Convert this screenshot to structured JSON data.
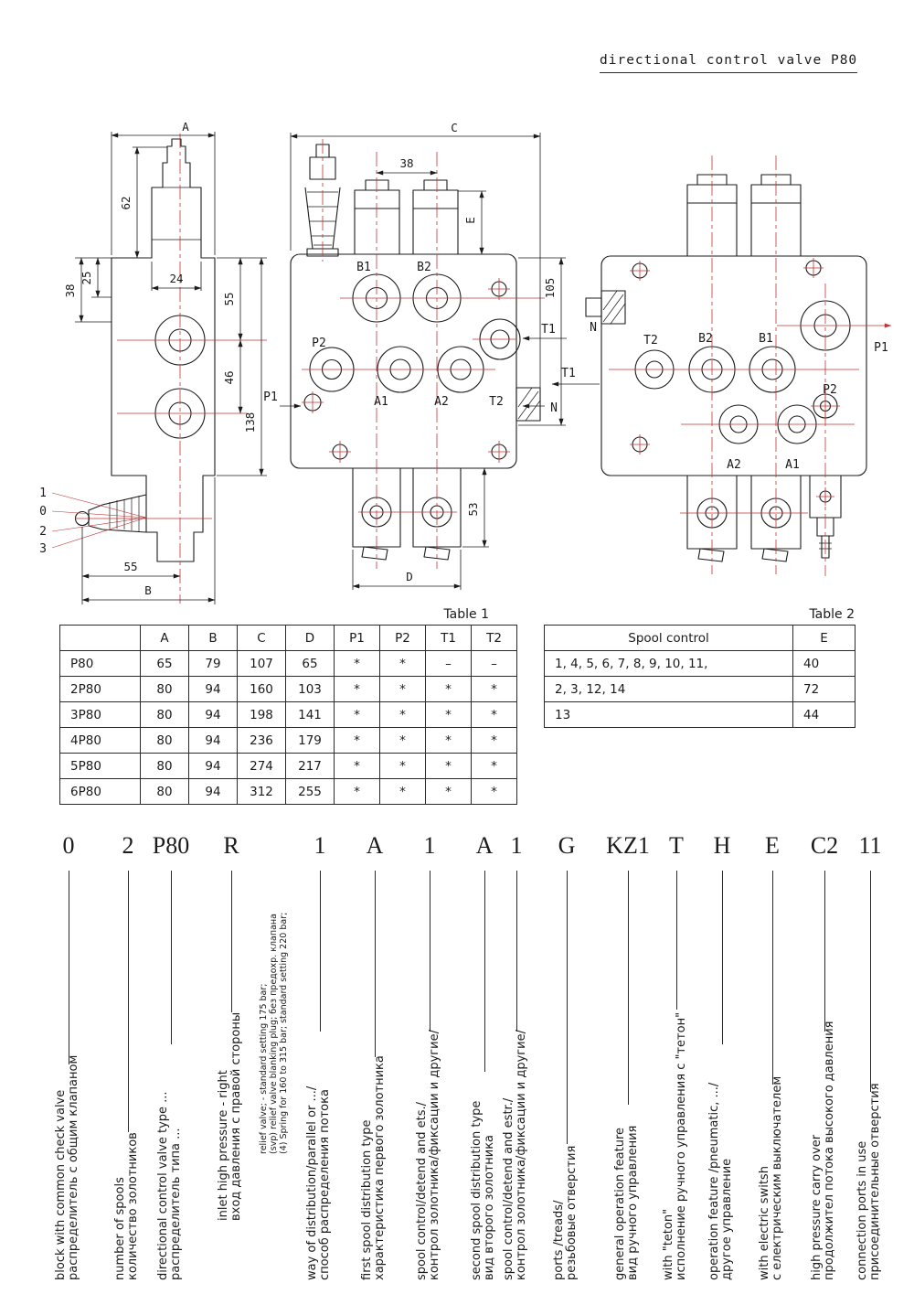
{
  "title": "directional control valve P80",
  "drawing": {
    "left": {
      "dim_a": "A",
      "dim_62": "62",
      "dim_25": "25",
      "dim_24": "24",
      "dim_38": "38",
      "dim_55_side": "55",
      "dim_46": "46",
      "dim_138": "138",
      "dim_55_bottom": "55",
      "dim_b": "B",
      "lever": [
        "1",
        "0",
        "2",
        "3"
      ]
    },
    "middle": {
      "dim_c": "C",
      "dim_38": "38",
      "dim_e": "E",
      "dim_105": "105",
      "dim_53": "53",
      "dim_d": "D",
      "ports": {
        "b1": "B1",
        "b2": "B2",
        "t1": "T1",
        "t2": "T2",
        "p1": "P1",
        "p2": "P2",
        "a1": "A1",
        "a2": "A2",
        "n": "N"
      }
    },
    "right": {
      "ports": {
        "t2": "T2",
        "b2": "B2",
        "b1": "B1",
        "p1": "P1",
        "p2": "P2",
        "a2": "A2",
        "a1": "A1",
        "n": "N",
        "t1": "T1"
      }
    }
  },
  "table1": {
    "caption": "Table 1",
    "headers": [
      "",
      "A",
      "B",
      "C",
      "D",
      "P1",
      "P2",
      "T1",
      "T2"
    ],
    "rows": [
      [
        "P80",
        "65",
        "79",
        "107",
        "65",
        "*",
        "*",
        "–",
        "–"
      ],
      [
        "2P80",
        "80",
        "94",
        "160",
        "103",
        "*",
        "*",
        "*",
        "*"
      ],
      [
        "3P80",
        "80",
        "94",
        "198",
        "141",
        "*",
        "*",
        "*",
        "*"
      ],
      [
        "4P80",
        "80",
        "94",
        "236",
        "179",
        "*",
        "*",
        "*",
        "*"
      ],
      [
        "5P80",
        "80",
        "94",
        "274",
        "217",
        "*",
        "*",
        "*",
        "*"
      ],
      [
        "6P80",
        "80",
        "94",
        "312",
        "255",
        "*",
        "*",
        "*",
        "*"
      ]
    ]
  },
  "table2": {
    "caption": "Table 2",
    "headers": [
      "Spool control",
      "E"
    ],
    "rows": [
      [
        "1, 4, 5, 6, 7, 8, 9, 10, 11,",
        "40"
      ],
      [
        "2, 3, 12, 14",
        "72"
      ],
      [
        "13",
        "44"
      ]
    ]
  },
  "ordering": {
    "codes": [
      {
        "code": "0",
        "lines": [
          "block with common check valve",
          "распределитель с общим клапаном"
        ]
      },
      {
        "code": "2",
        "lines": [
          "number of spools",
          "количество золотников"
        ]
      },
      {
        "code": "P80",
        "lines": [
          "directional control valve type ...",
          "распределитель типа ..."
        ]
      },
      {
        "code": "R",
        "lines": [
          "inlet high pressure - right",
          "вход давления с правой стороны"
        ],
        "notes": [
          "relief valve; - standard setting 175 bar;",
          "(svp) relief valve blanking plug; без предохр. клапана",
          "(4) Spring for 160 to 315 bar; standard setting 220 bar;"
        ]
      },
      {
        "code": "1",
        "lines": [
          "way of distribution/parallel or .../",
          "способ распределения потока"
        ]
      },
      {
        "code": "A",
        "lines": [
          "first spool distribution type",
          "характеристика первого золотника"
        ]
      },
      {
        "code": "1",
        "lines": [
          "spool control/detend and ets./",
          "контрол золотника/фиксации и другие/"
        ]
      },
      {
        "code": "A",
        "lines": [
          "second spool distribution type",
          "вид второго золотника"
        ]
      },
      {
        "code": "1",
        "lines": [
          "spool control/detend and estr./",
          "контрол золотника/фиксации и другие/"
        ]
      },
      {
        "code": "G",
        "lines": [
          "ports /treads/",
          "резьбовые отверстия"
        ]
      },
      {
        "code": "KZ1",
        "lines": [
          "general operation feature",
          "вид ручного управления"
        ]
      },
      {
        "code": "T",
        "lines": [
          "with \"teton\"",
          "исполнение ручного управления с \"тетон\""
        ]
      },
      {
        "code": "H",
        "lines": [
          "operation feature /pneumatic, .../",
          "другое управление"
        ]
      },
      {
        "code": "E",
        "lines": [
          "with electric switsh",
          "с електрическим выключателем"
        ]
      },
      {
        "code": "C2",
        "lines": [
          "high pressure carry over",
          "продолжител потока высокого давления"
        ]
      },
      {
        "code": "11",
        "lines": [
          "connection ports in use",
          "присоединительные отверстия"
        ]
      }
    ]
  }
}
